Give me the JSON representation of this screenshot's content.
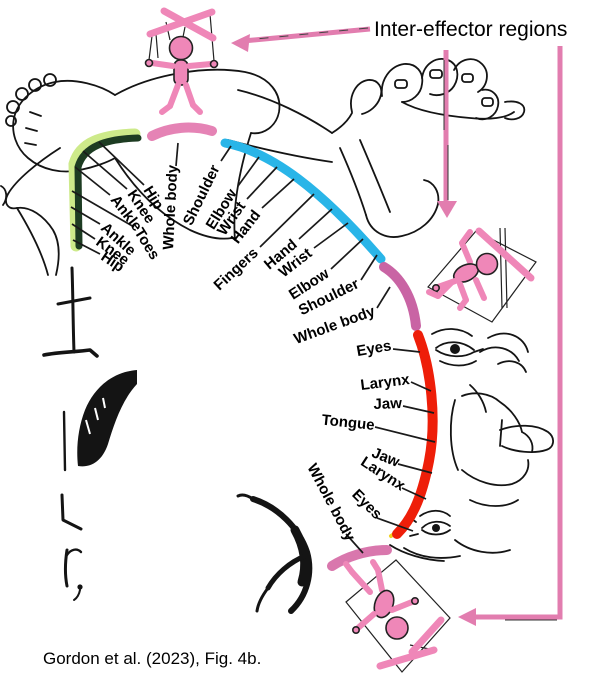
{
  "annotation": {
    "label": "Inter-effector regions"
  },
  "caption": {
    "text": "Gordon et al. (2023), Fig. 4b."
  },
  "arc_labels": [
    "Hip",
    "Knee",
    "Ankle",
    "Toes",
    "Ankle",
    "Knee",
    "Hip",
    "Whole body",
    "Shoulder",
    "Elbow",
    "Wrist",
    "Hand",
    "Fingers",
    "Hand",
    "Wrist",
    "Elbow",
    "Shoulder",
    "Whole body",
    "Eyes",
    "Larynx",
    "Jaw",
    "Tongue",
    "Jaw",
    "Larynx",
    "Eyes",
    "Whole body"
  ],
  "regions": {
    "foot_section": "Hip-Knee-Ankle-Toes concentric leg zone (dark green arc)",
    "arm_section": "Shoulder-Elbow-Wrist-Hand-Fingers concentric arm zone (cyan arc)",
    "face_section": "Eyes-Larynx-Jaw-Tongue concentric face zone (red arc)",
    "inter_effector": "Whole body inter-effector segments (pink arcs)"
  },
  "colors": {
    "foot_arc_dark_green": "#1d3c22",
    "foot_arc_light_edge": "#cdea8a",
    "arm_arc_cyan": "#29b5e8",
    "face_arc_red": "#ee1e09",
    "red_arc_yellow_tip": "#f0d020",
    "inter_effector_pink_top": "#e583b5",
    "inter_effector_pink_mid": "#c964a4",
    "inter_effector_pink_bottom": "#d977ad",
    "arrow_pink": "#e27daf",
    "puppet_pink": "#ef87b8",
    "ink_black": "#141414"
  },
  "icons": [
    "marionette-puppet-icon",
    "fist-icon",
    "leg-icon",
    "face-icon",
    "ink-sketch-marks"
  ]
}
